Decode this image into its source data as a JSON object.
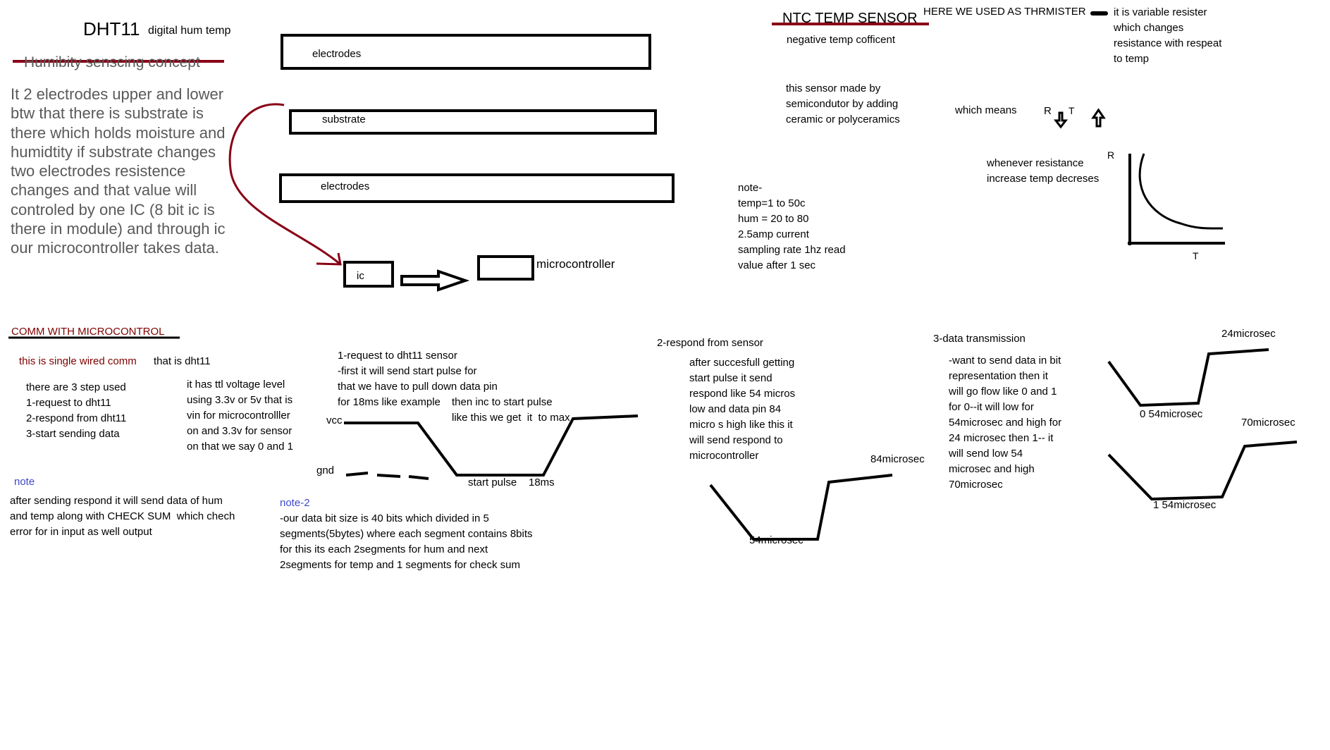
{
  "colors": {
    "ink": "#000000",
    "accent_red": "#880015",
    "gray_text": "#595959",
    "note_blue": "#3f48cc"
  },
  "header": {
    "title": "DHT11",
    "subtitle": "digital hum temp",
    "humidity_heading": "Humibity senscing concept"
  },
  "humidity_explanation": "It 2 electrodes upper and lower\nbtw that there is substrate is\nthere which holds moisture and\nhumidtity if substrate changes\ntwo electrodes resistence\nchanges and that value will\ncontroled by one IC (8 bit ic is\nthere in module) and through ic\nour microcontroller takes data.",
  "sensor_diagram": {
    "electrodes_top": "electrodes",
    "substrate": "substrate",
    "electrodes_bottom": "electrodes",
    "ic": "ic",
    "microcontroller": "microcontroller"
  },
  "ntc": {
    "heading": "NTC TEMP SENSOR",
    "used_as": "HERE WE USED AS THRMISTER",
    "definition": "it is variable resister\nwhich changes\nresistance with respeat\nto temp",
    "coefficient": "negative temp cofficent",
    "made_by": "this sensor made by\nsemicondutor by adding\nceramic or polyceramics",
    "which_means": "which means",
    "r_symbol": "R",
    "t_symbol": "T",
    "relation": "whenever resistance\nincrease temp decreses",
    "graph": {
      "y_label": "R",
      "x_label": "T"
    }
  },
  "specs_note": "note-\ntemp=1 to 50c\nhum = 20 to 80\n2.5amp current\nsampling rate 1hz read\nvalue after 1 sec",
  "comm": {
    "heading": "COMM WITH MICROCONTROL",
    "single_wire_lead": "this is single wired comm",
    "single_wire_tail": "that is dht11",
    "steps": "there are 3 step used\n1-request to dht11\n2-respond from dht11\n3-start sending data",
    "ttl": "it has ttl voltage level\nusing 3.3v or 5v that is\nvin for microcontrolller\non and 3.3v for sensor\non that we say 0 and 1",
    "note_label": "note",
    "note_text": "after sending respond it will send data of hum\nand temp along with CHECK SUM  which chech\nerror for in input as well output",
    "request_text": "1-request to dht11 sensor\n-first it will send start pulse for\nthat we have to pull down data pin\nfor 18ms like example",
    "request_tail": "then inc to start pulse\nlike this we get  it  to max",
    "vcc_label": "vcc",
    "gnd_label": "gnd",
    "start_pulse_label": "start pulse",
    "start_pulse_time": "18ms",
    "note2_label": "note-2",
    "note2_text": "-our data bit size is 40 bits which divided in 5\nsegments(5bytes) where each segment contains 8bits\nfor this its each 2segments for hum and next\n2segments for temp and 1 segments for check sum"
  },
  "respond": {
    "heading": "2-respond from sensor",
    "text": "after succesfull getting\nstart pulse it send\nrespond like 54 micros\nlow and data pin 84\nmicro s high like this it\nwill send respond to\nmicrocontroller",
    "high_label": "84microsec",
    "low_label": "54microsec"
  },
  "transmission": {
    "heading": "3-data transmission",
    "text": "-want to send data in bit\nrepresentation then it\nwill go flow like 0 and 1\nfor 0--it will low for\n54microsec and high for\n24 microsec then 1-- it\nwill send low 54\nmicrosec and high\n70microsec",
    "zero_high": "24microsec",
    "zero_low": "0  54microsec",
    "one_high": "70microsec",
    "one_low": "1   54microsec"
  }
}
